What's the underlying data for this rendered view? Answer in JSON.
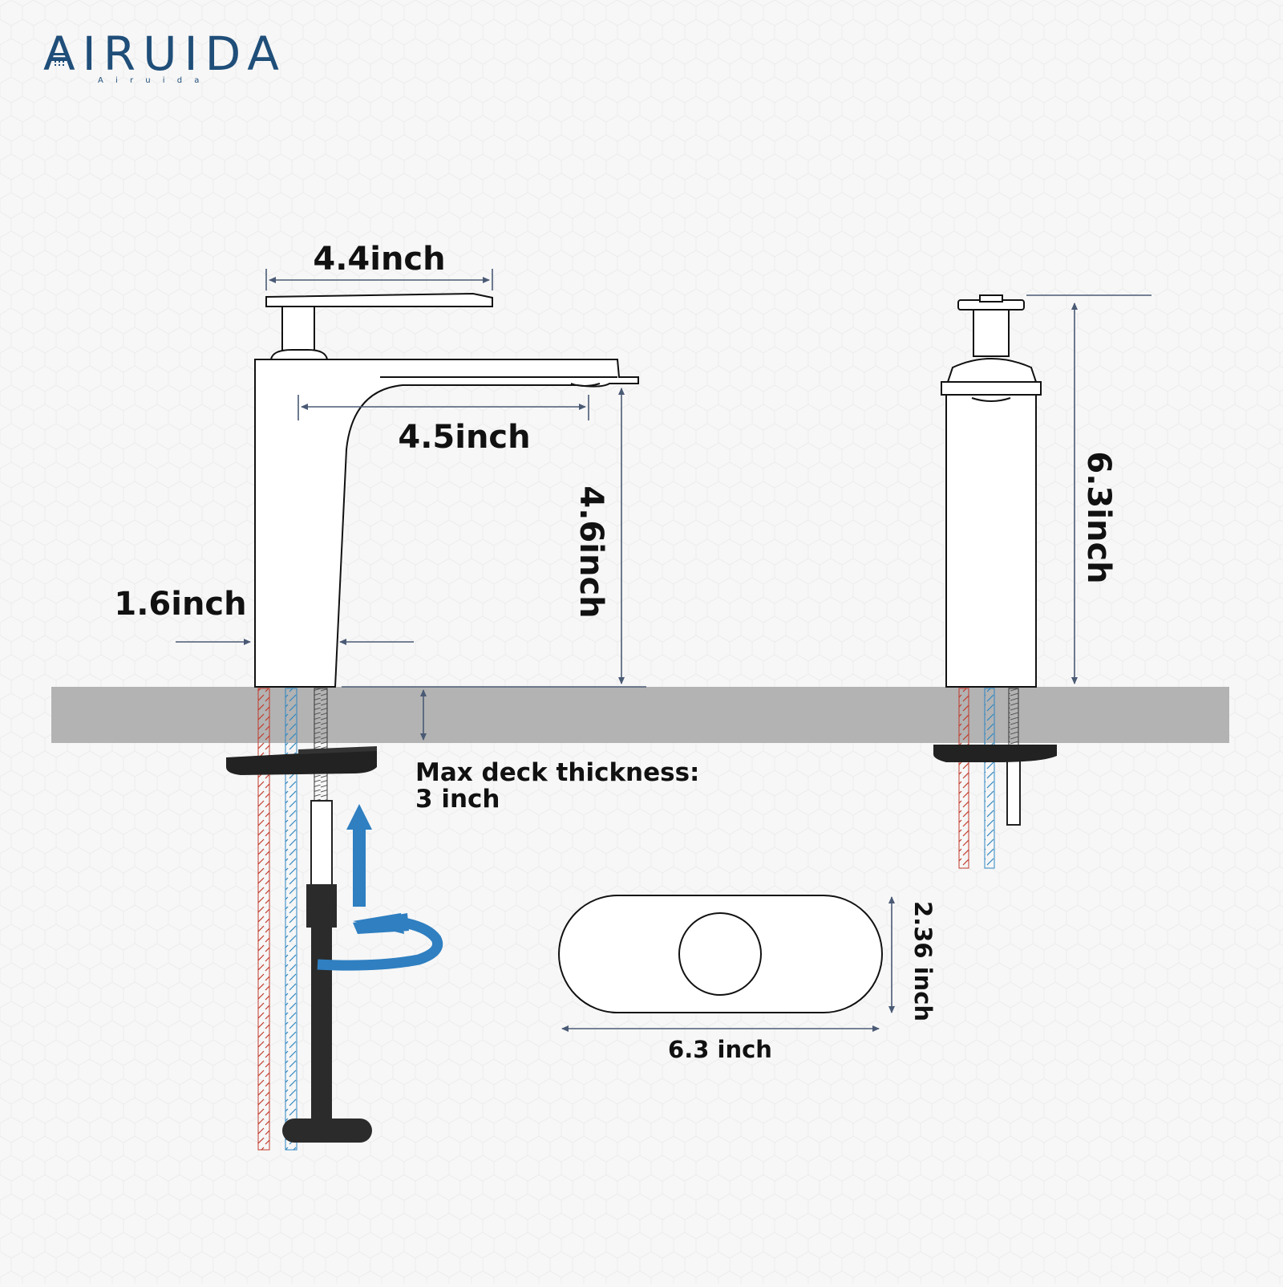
{
  "brand": {
    "name": "AIRUIDA",
    "tagline": "A i r u i d a",
    "color": "#1f4e79"
  },
  "dimensions": {
    "handle_length": "4.4inch",
    "spout_reach": "4.5inch",
    "spout_height": "4.6inch",
    "base_width": "1.6inch",
    "total_height": "6.3inch",
    "plate_width": "6.3 inch",
    "plate_height": "2.36 inch"
  },
  "notes": {
    "deck_line1": "Max deck thickness:",
    "deck_line2": "3 inch"
  },
  "colors": {
    "deck": "#b3b3b3",
    "hot_line": "#c0392b",
    "cold_line": "#2e86c1",
    "arrow": "#2f7fc1",
    "dimension_line": "#4a5a75",
    "hardware": "#2b2b2b"
  },
  "icons": {
    "install_up": "arrow-up-icon",
    "install_rotate": "rotate-arrow-icon"
  }
}
